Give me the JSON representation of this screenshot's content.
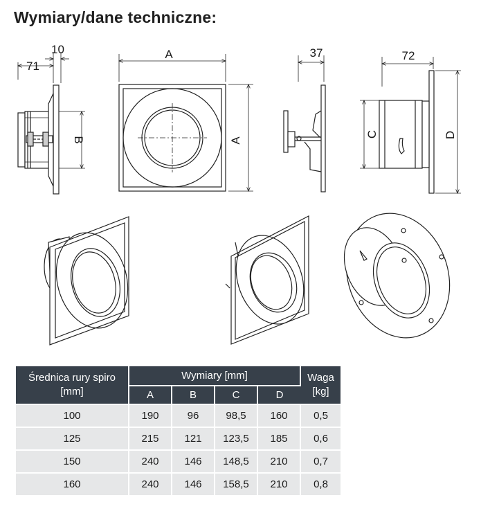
{
  "title": "Wymiary/dane techniczne:",
  "dims": {
    "d71": "71",
    "d10": "10",
    "A": "A",
    "B": "B",
    "A_side": "A",
    "d37": "37",
    "d72": "72",
    "C": "C",
    "D": "D"
  },
  "table": {
    "col_diameter": "Średnica rury spiro\n[mm]",
    "col_dims": "Wymiary [mm]",
    "col_weight": "Waga\n[kg]",
    "sub": [
      "A",
      "B",
      "C",
      "D"
    ],
    "rows": [
      [
        "100",
        "190",
        "96",
        "98,5",
        "160",
        "0,5"
      ],
      [
        "125",
        "215",
        "121",
        "123,5",
        "185",
        "0,6"
      ],
      [
        "150",
        "240",
        "146",
        "148,5",
        "210",
        "0,7"
      ],
      [
        "160",
        "240",
        "146",
        "158,5",
        "210",
        "0,8"
      ]
    ]
  }
}
